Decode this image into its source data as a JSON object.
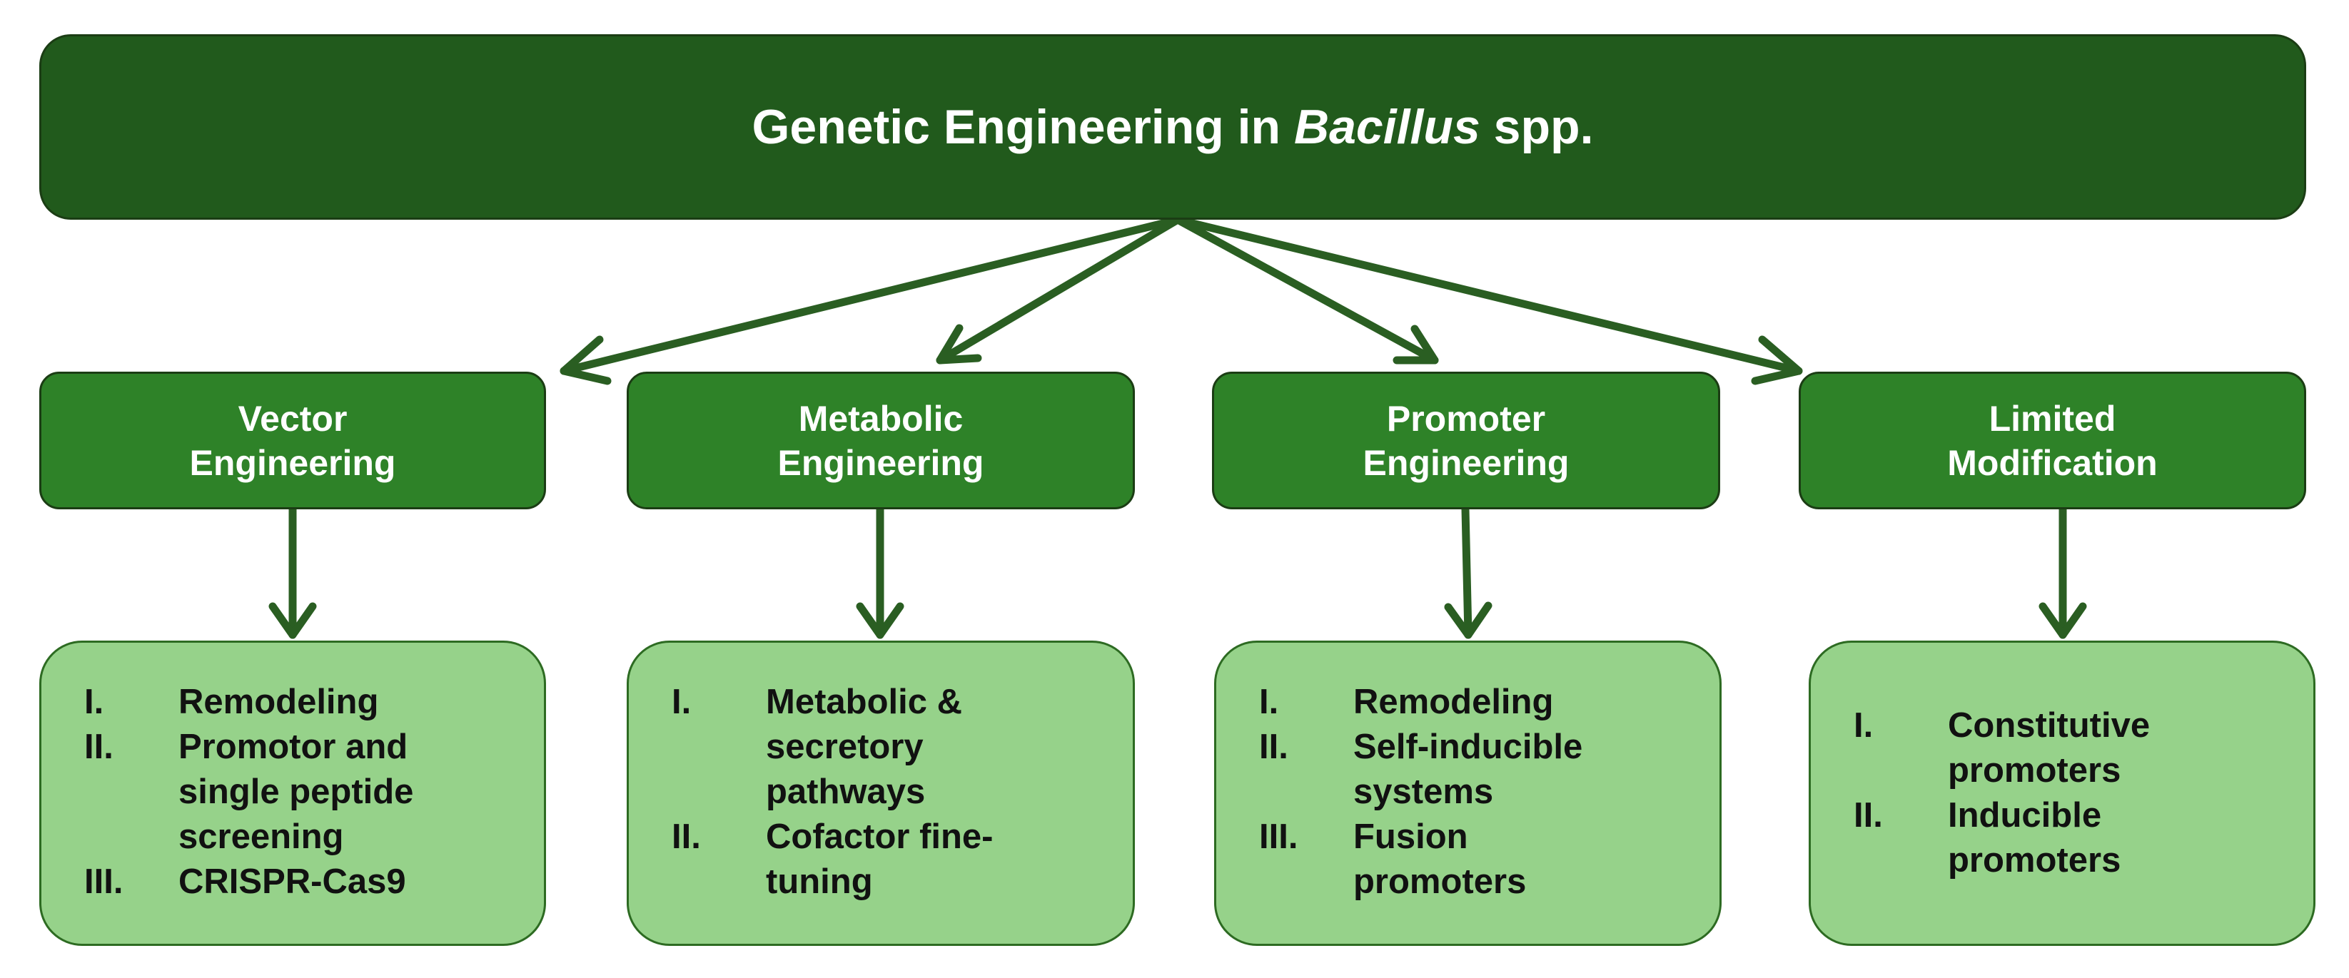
{
  "root": {
    "title_prefix": "Genetic Engineering in ",
    "title_italic": "Bacillus",
    "title_suffix": " spp."
  },
  "categories": [
    {
      "label": "Vector\nEngineering",
      "items": [
        {
          "num": "I.",
          "text": "Remodeling"
        },
        {
          "num": "II.",
          "text": "Promotor and\nsingle peptide\nscreening"
        },
        {
          "num": "III.",
          "text": "CRISPR-Cas9"
        }
      ]
    },
    {
      "label": "Metabolic\nEngineering",
      "items": [
        {
          "num": "I.",
          "text": "Metabolic &\nsecretory\npathways"
        },
        {
          "num": "II.",
          "text": "Cofactor fine-\ntuning"
        }
      ]
    },
    {
      "label": "Promoter\nEngineering",
      "items": [
        {
          "num": "I.",
          "text": "Remodeling"
        },
        {
          "num": "II.",
          "text": "Self-inducible\nsystems"
        },
        {
          "num": "III.",
          "text": "Fusion\npromoters"
        }
      ]
    },
    {
      "label": "Limited\nModification",
      "items": [
        {
          "num": "I.",
          "text": "Constitutive\npromoters"
        },
        {
          "num": "II.",
          "text": "Inducible\npromoters"
        }
      ]
    }
  ],
  "colors": {
    "root_fill": "#215a1c",
    "category_fill": "#2e8228",
    "detail_fill": "#96d28a",
    "arrow": "#2a5e22",
    "border": "#1b3d14"
  }
}
